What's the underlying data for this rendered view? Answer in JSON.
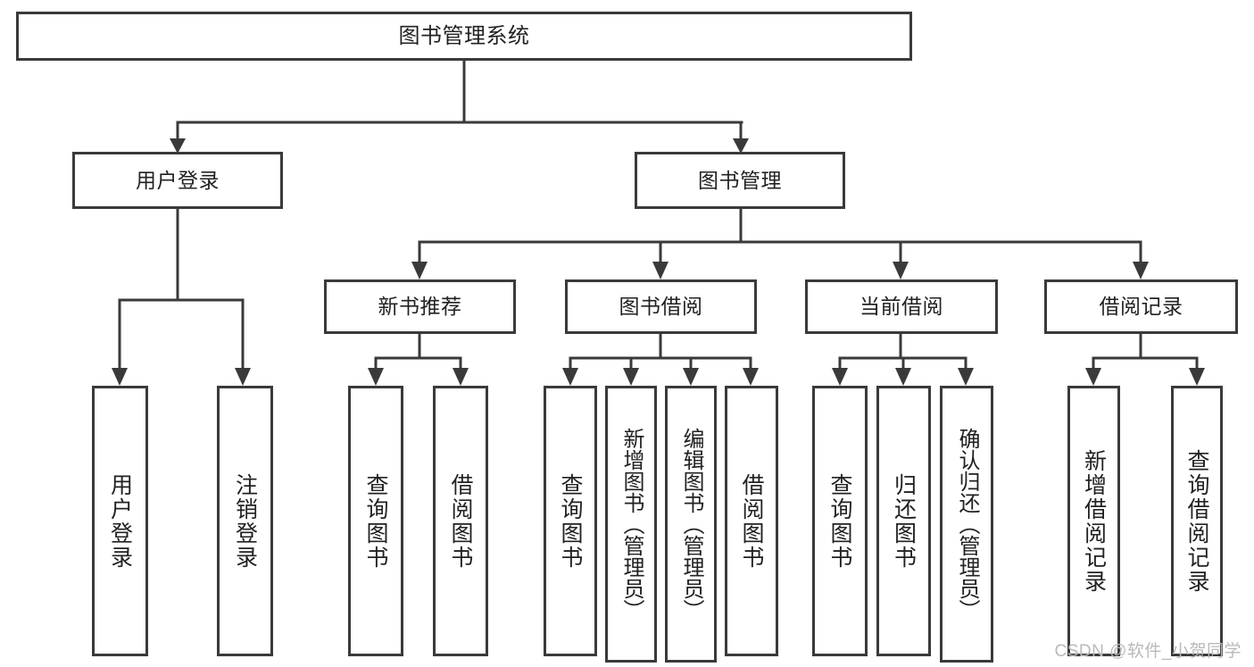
{
  "diagram": {
    "title": "图书管理系统",
    "type": "tree",
    "colors": {
      "stroke": "#3a3a3a",
      "box_fill": "#ffffff",
      "text": "#222222",
      "watermark": "#b9b9b9",
      "background": "#ffffff"
    },
    "nodes": {
      "root": {
        "label": "图书管理系统",
        "level": 1
      },
      "level2": [
        {
          "id": "user-login",
          "label": "用户登录"
        },
        {
          "id": "book-management",
          "label": "图书管理"
        }
      ],
      "level3": [
        {
          "id": "new-book-recommend",
          "label": "新书推荐"
        },
        {
          "id": "book-borrow",
          "label": "图书借阅"
        },
        {
          "id": "current-borrow",
          "label": "当前借阅"
        },
        {
          "id": "borrow-record",
          "label": "借阅记录"
        }
      ],
      "leaves": {
        "user-login": [
          {
            "id": "leaf-user-login",
            "label": "用户登录"
          },
          {
            "id": "leaf-user-logout",
            "label": "注销登录"
          }
        ],
        "new-book-recommend": [
          {
            "id": "leaf-query-book-1",
            "label": "查询图书"
          },
          {
            "id": "leaf-borrow-book-1",
            "label": "借阅图书"
          }
        ],
        "book-borrow": [
          {
            "id": "leaf-query-book-2",
            "label": "查询图书"
          },
          {
            "id": "leaf-add-book",
            "label": "新增图书（管理员）"
          },
          {
            "id": "leaf-edit-book",
            "label": "编辑图书（管理员）"
          },
          {
            "id": "leaf-borrow-book-2",
            "label": "借阅图书"
          }
        ],
        "current-borrow": [
          {
            "id": "leaf-query-book-3",
            "label": "查询图书"
          },
          {
            "id": "leaf-return-book",
            "label": "归还图书"
          },
          {
            "id": "leaf-confirm-return",
            "label": "确认归还（管理员）"
          }
        ],
        "borrow-record": [
          {
            "id": "leaf-add-record",
            "label": "新增借阅记录"
          },
          {
            "id": "leaf-query-record",
            "label": "查询借阅记录"
          }
        ]
      }
    },
    "watermark": "CSDN @软件_小贺同学"
  }
}
